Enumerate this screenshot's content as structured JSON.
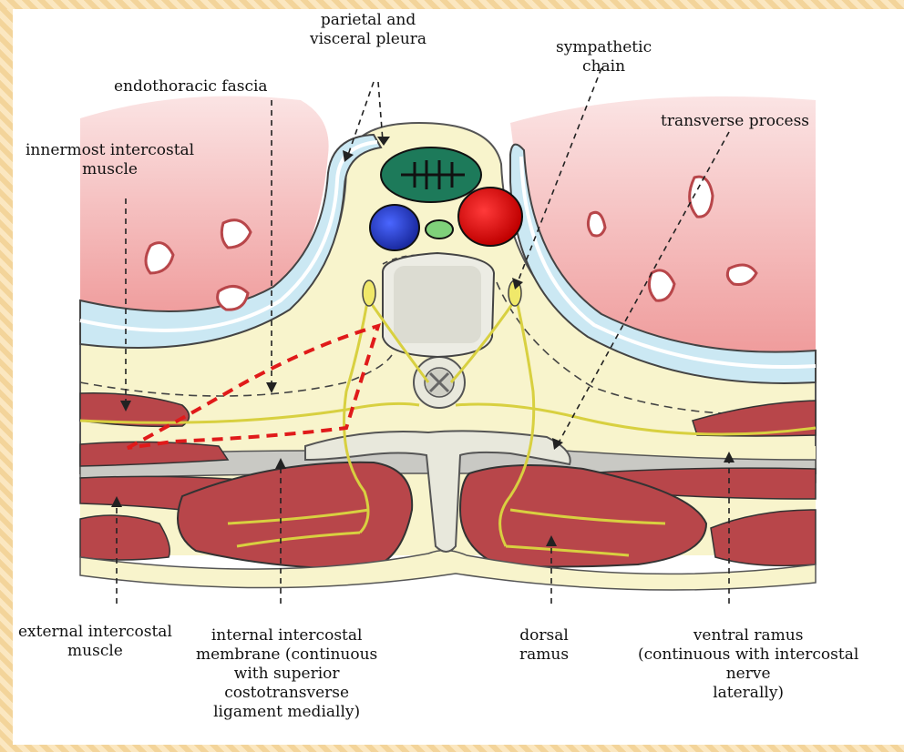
{
  "labels": {
    "pleura": [
      "parietal and",
      "visceral pleura"
    ],
    "endothoracic": [
      "endothoracic fascia"
    ],
    "sympathetic": [
      "sympathetic",
      "chain"
    ],
    "transverse": [
      "transverse process"
    ],
    "innermost": [
      "innermost intercostal",
      "muscle"
    ],
    "external": [
      "external intercostal",
      "muscle"
    ],
    "internal": [
      "internal intercostal",
      "membrane (continuous",
      "with superior",
      "costotransverse",
      "ligament medially)"
    ],
    "dorsal": [
      "dorsal",
      "ramus"
    ],
    "ventral": [
      "ventral ramus",
      "(continuous with intercostal",
      "nerve",
      "laterally)"
    ]
  },
  "colors": {
    "muscle": "#b8464a",
    "lung": "#f4c5c5",
    "pleura": "#bfe3ef",
    "fascia": "#f7f3c8",
    "bone": "#e8e8dc",
    "nerve": "#f0e86a",
    "aorta": "#e01010",
    "vein": "#2a3fc8",
    "esophagus": "#1d7a5a",
    "thoracic_duct": "#7fd07a",
    "injection_path": "#e01a1a"
  }
}
